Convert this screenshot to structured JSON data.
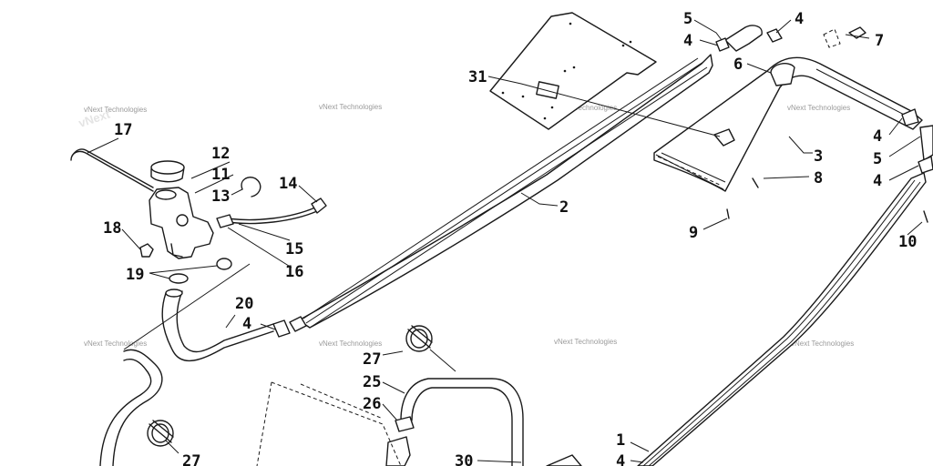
{
  "watermark": "vNext Technologies",
  "callouts": {
    "c1": "1",
    "c2": "2",
    "c3": "3",
    "c4a": "4",
    "c4b": "4",
    "c4c": "4",
    "c4d": "4",
    "c4e": "4",
    "c4f": "4",
    "c5a": "5",
    "c5b": "5",
    "c6": "6",
    "c7": "7",
    "c8": "8",
    "c9": "9",
    "c10": "10",
    "c11": "11",
    "c12": "12",
    "c13": "13",
    "c14": "14",
    "c15": "15",
    "c16": "16",
    "c17": "17",
    "c18": "18",
    "c19": "19",
    "c20": "20",
    "c25": "25",
    "c26": "26",
    "c27a": "27",
    "c27b": "27",
    "c30": "30",
    "c31": "31"
  }
}
